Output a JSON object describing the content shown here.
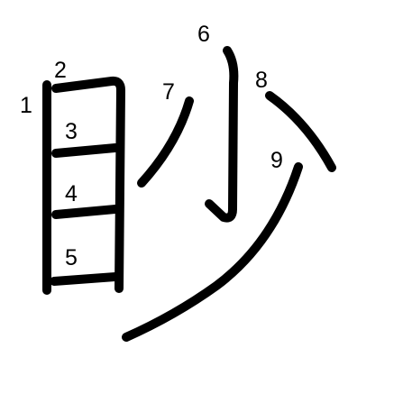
{
  "character": "眇",
  "stroke_color": "#000000",
  "background_color": "#ffffff",
  "strokes": [
    {
      "order": "1",
      "label": "1"
    },
    {
      "order": "2",
      "label": "2"
    },
    {
      "order": "3",
      "label": "3"
    },
    {
      "order": "4",
      "label": "4"
    },
    {
      "order": "5",
      "label": "5"
    },
    {
      "order": "6",
      "label": "6"
    },
    {
      "order": "7",
      "label": "7"
    },
    {
      "order": "8",
      "label": "8"
    },
    {
      "order": "9",
      "label": "9"
    }
  ]
}
